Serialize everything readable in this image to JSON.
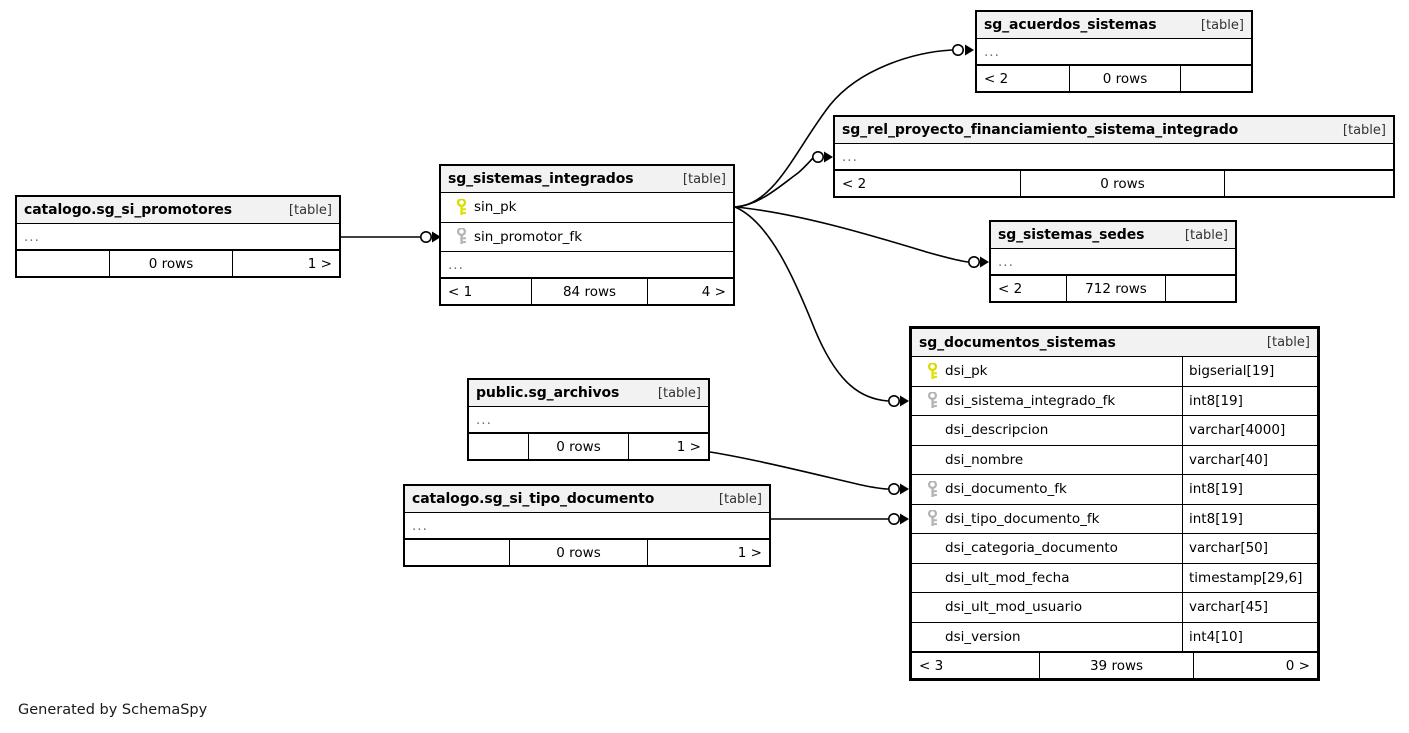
{
  "diagram": {
    "caption": "Generated by SchemaSpy",
    "table_tag": "[table]",
    "ellipsis": "...",
    "colors": {
      "pk_key": "#e8e800",
      "fk_key": "#b0b0b0",
      "header_bg": "#f2f2f2",
      "border": "#000000",
      "edge": "#000000",
      "ellipsis_text": "#6f6f6f"
    }
  },
  "tables": [
    {
      "id": "sg_acuerdos_sistemas",
      "name": "sg_acuerdos_sistemas",
      "tag": "[table]",
      "focus": false,
      "has_ellipsis": true,
      "columns": [],
      "footer": {
        "left": "< 2",
        "middle": "0 rows",
        "right": ""
      }
    },
    {
      "id": "sg_rel_proyecto_financiamiento_sistema_integrado",
      "name": "sg_rel_proyecto_financiamiento_sistema_integrado",
      "tag": "[table]",
      "focus": false,
      "has_ellipsis": true,
      "columns": [],
      "footer": {
        "left": "< 2",
        "middle": "0 rows",
        "right": ""
      }
    },
    {
      "id": "sg_sistemas_sedes",
      "name": "sg_sistemas_sedes",
      "tag": "[table]",
      "focus": false,
      "has_ellipsis": true,
      "columns": [],
      "footer": {
        "left": "< 2",
        "middle": "712 rows",
        "right": ""
      }
    },
    {
      "id": "catalogo.sg_si_promotores",
      "name": "catalogo.sg_si_promotores",
      "tag": "[table]",
      "focus": false,
      "has_ellipsis": true,
      "columns": [],
      "footer": {
        "left": "",
        "middle": "0 rows",
        "right": "1 >"
      }
    },
    {
      "id": "sg_sistemas_integrados",
      "name": "sg_sistemas_integrados",
      "tag": "[table]",
      "focus": false,
      "has_ellipsis": true,
      "columns": [
        {
          "key": "primary",
          "name": "sin_pk",
          "type": ""
        },
        {
          "key": "foreign",
          "name": "sin_promotor_fk",
          "type": ""
        }
      ],
      "footer": {
        "left": "< 1",
        "middle": "84 rows",
        "right": "4 >"
      }
    },
    {
      "id": "public.sg_archivos",
      "name": "public.sg_archivos",
      "tag": "[table]",
      "focus": false,
      "has_ellipsis": true,
      "columns": [],
      "footer": {
        "left": "",
        "middle": "0 rows",
        "right": "1 >"
      }
    },
    {
      "id": "catalogo.sg_si_tipo_documento",
      "name": "catalogo.sg_si_tipo_documento",
      "tag": "[table]",
      "focus": false,
      "has_ellipsis": true,
      "columns": [],
      "footer": {
        "left": "",
        "middle": "0 rows",
        "right": "1 >"
      }
    },
    {
      "id": "sg_documentos_sistemas",
      "name": "sg_documentos_sistemas",
      "tag": "[table]",
      "focus": true,
      "has_ellipsis": false,
      "columns": [
        {
          "key": "primary",
          "name": "dsi_pk",
          "type": "bigserial[19]"
        },
        {
          "key": "foreign",
          "name": "dsi_sistema_integrado_fk",
          "type": "int8[19]"
        },
        {
          "key": "none",
          "name": "dsi_descripcion",
          "type": "varchar[4000]"
        },
        {
          "key": "none",
          "name": "dsi_nombre",
          "type": "varchar[40]"
        },
        {
          "key": "foreign",
          "name": "dsi_documento_fk",
          "type": "int8[19]"
        },
        {
          "key": "foreign",
          "name": "dsi_tipo_documento_fk",
          "type": "int8[19]"
        },
        {
          "key": "none",
          "name": "dsi_categoria_documento",
          "type": "varchar[50]"
        },
        {
          "key": "none",
          "name": "dsi_ult_mod_fecha",
          "type": "timestamp[29,6]"
        },
        {
          "key": "none",
          "name": "dsi_ult_mod_usuario",
          "type": "varchar[45]"
        },
        {
          "key": "none",
          "name": "dsi_version",
          "type": "int4[10]"
        }
      ],
      "footer": {
        "left": "< 3",
        "middle": "39 rows",
        "right": "0 >"
      }
    }
  ],
  "relationships": [
    {
      "from": "catalogo.sg_si_promotores",
      "to": "sg_sistemas_integrados",
      "to_column": "sin_promotor_fk"
    },
    {
      "from": "sg_sistemas_integrados",
      "to": "sg_acuerdos_sistemas",
      "to_column": "..."
    },
    {
      "from": "sg_sistemas_integrados",
      "to": "sg_rel_proyecto_financiamiento_sistema_integrado",
      "to_column": "..."
    },
    {
      "from": "sg_sistemas_integrados",
      "to": "sg_sistemas_sedes",
      "to_column": "..."
    },
    {
      "from": "sg_sistemas_integrados",
      "to": "sg_documentos_sistemas",
      "to_column": "dsi_sistema_integrado_fk"
    },
    {
      "from": "public.sg_archivos",
      "to": "sg_documentos_sistemas",
      "to_column": "dsi_documento_fk"
    },
    {
      "from": "catalogo.sg_si_tipo_documento",
      "to": "sg_documentos_sistemas",
      "to_column": "dsi_tipo_documento_fk"
    }
  ]
}
